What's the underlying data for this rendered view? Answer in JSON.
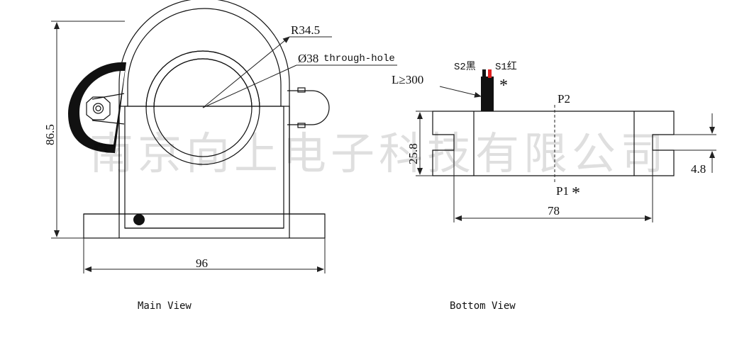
{
  "main_view": {
    "caption": "Main View",
    "radius_label": "R34.5",
    "hole_label": "Ø38",
    "hole_note": "through-hole",
    "height_label": "86.5",
    "width_label": "96"
  },
  "bottom_view": {
    "caption": "Bottom View",
    "lead_label": "L≥300",
    "wire_s2_label": "S2黑",
    "wire_s1_label": "S1红",
    "s1_mark": "*",
    "p2_label": "P2",
    "p1_label": "P1",
    "p1_mark": "*",
    "height_label": "25.8",
    "slot_label": "4.8",
    "length_label": "78"
  },
  "watermark": "南京向上电子科技有限公司",
  "colors": {
    "line": "#111111",
    "wire_black": "#111111",
    "wire_red": "#e02020"
  }
}
